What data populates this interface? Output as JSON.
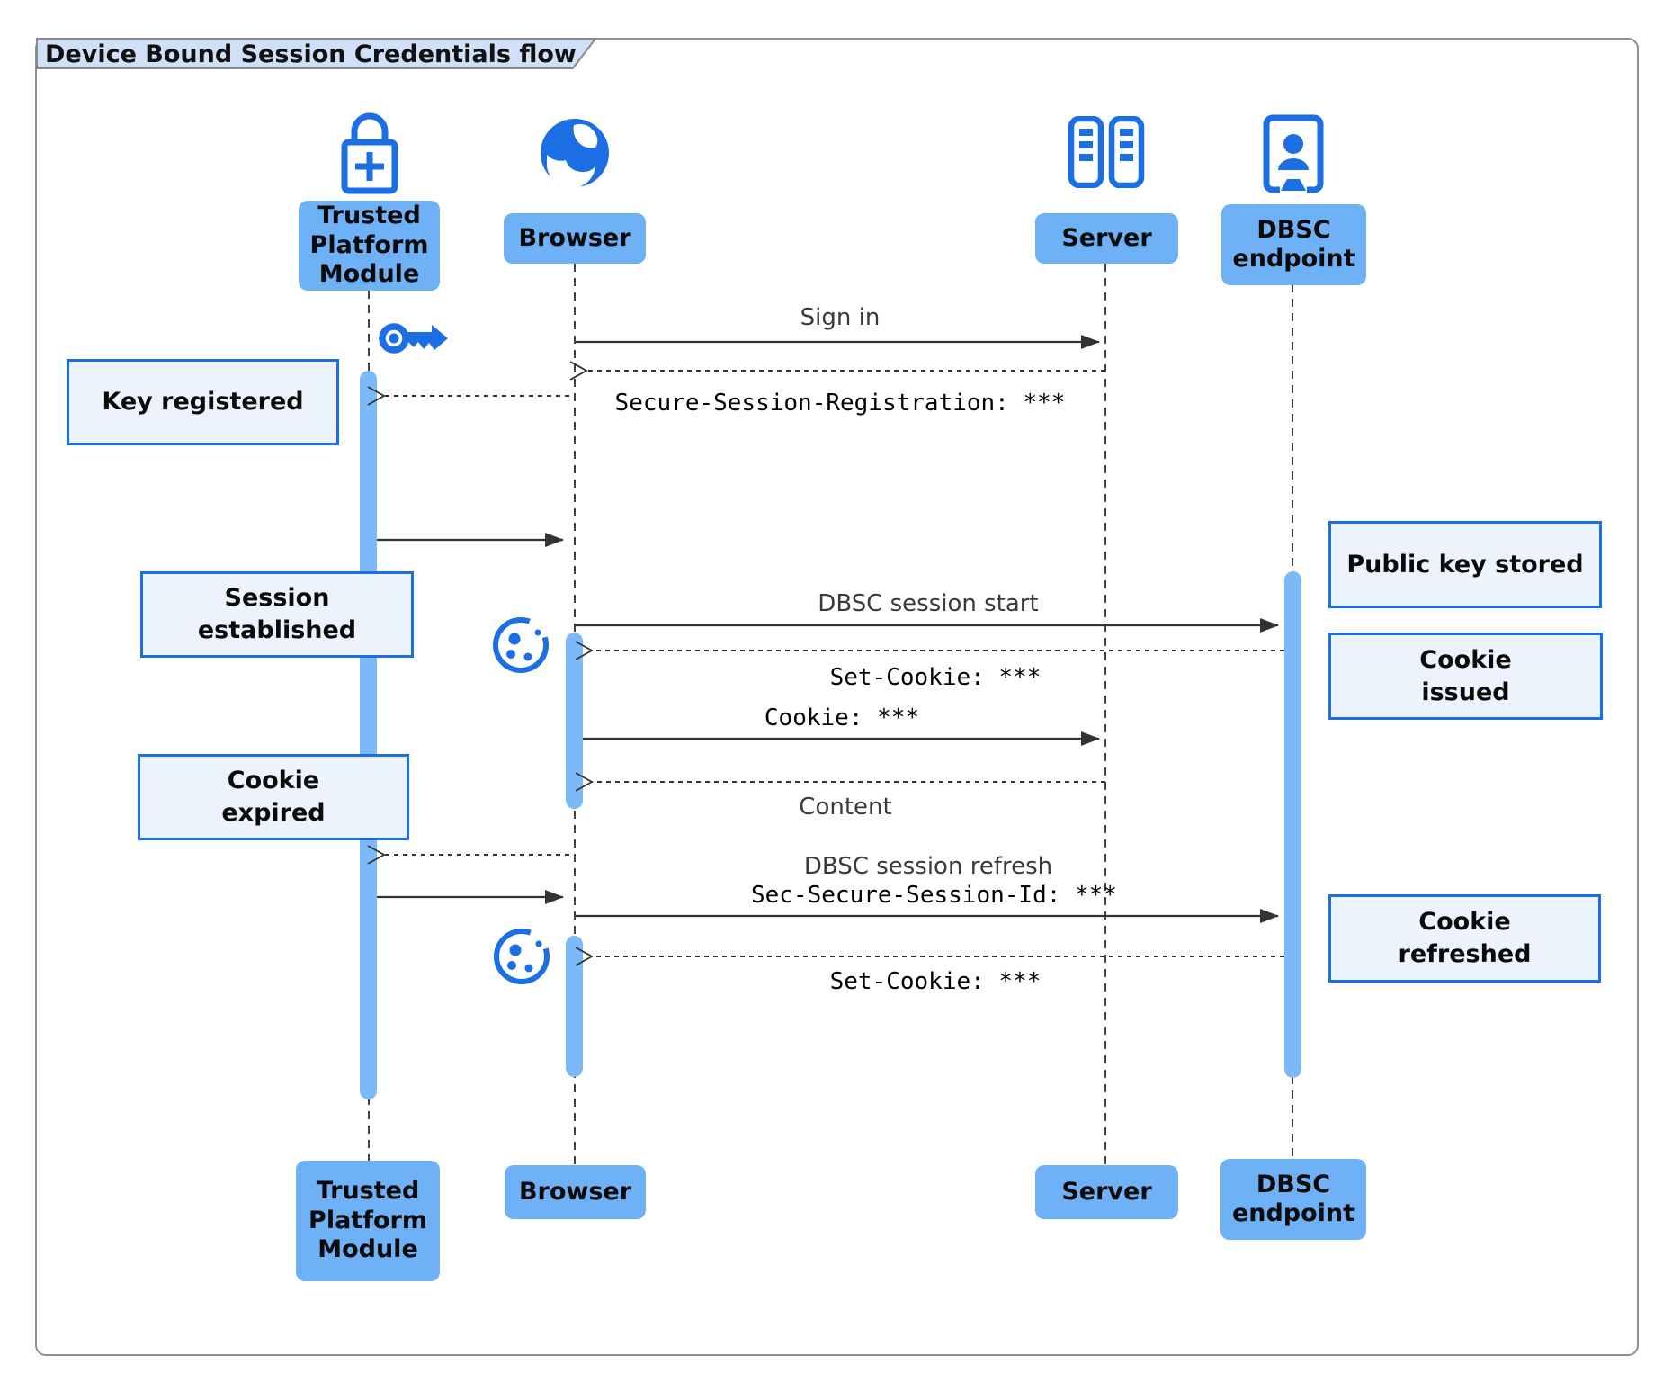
{
  "title": "Device Bound Session Credentials flow",
  "colors": {
    "accent_blue": "#1b6ee3",
    "actor_fill": "#6eb1f7",
    "activation_fill": "#7cb9f9",
    "note_fill": "#ecf3fd",
    "note_border": "#1b6ee3",
    "title_tab_fill": "#cfe0f7",
    "line_color": "#333333"
  },
  "actors": [
    {
      "id": "tpm",
      "label": "Trusted\nPlatform\nModule",
      "icon": "lock-plus-icon"
    },
    {
      "id": "browser",
      "label": "Browser",
      "icon": "globe-icon"
    },
    {
      "id": "server",
      "label": "Server",
      "icon": "server-racks-icon"
    },
    {
      "id": "dbsc",
      "label": "DBSC\nendpoint",
      "icon": "door-person-icon"
    }
  ],
  "decorative_icons": [
    {
      "id": "key",
      "icon": "key-icon"
    },
    {
      "id": "cookie-1",
      "icon": "cookie-icon"
    },
    {
      "id": "cookie-2",
      "icon": "cookie-icon"
    }
  ],
  "messages": [
    {
      "from": "Browser",
      "to": "Server",
      "label": "Sign in",
      "style": "solid",
      "font": "sans"
    },
    {
      "from": "Server",
      "to": "Browser",
      "label": "Secure-Session-Registration: ***",
      "style": "dashed",
      "font": "mono"
    },
    {
      "from": "Browser",
      "to": "Trusted Platform Module",
      "label": "",
      "style": "dashed"
    },
    {
      "from": "Trusted Platform Module",
      "to": "Browser",
      "label": "",
      "style": "solid"
    },
    {
      "from": "Browser",
      "to": "DBSC endpoint",
      "label": "DBSC session start",
      "style": "solid",
      "font": "sans"
    },
    {
      "from": "DBSC endpoint",
      "to": "Browser",
      "label": "Set-Cookie: ***",
      "style": "dashed",
      "font": "mono"
    },
    {
      "from": "Browser",
      "to": "Server",
      "label": "Cookie: ***",
      "style": "solid",
      "font": "mono"
    },
    {
      "from": "Server",
      "to": "Browser",
      "label": "Content",
      "style": "dashed",
      "font": "sans"
    },
    {
      "from": "Browser",
      "to": "Trusted Platform Module",
      "label": "",
      "style": "dashed"
    },
    {
      "from": "Trusted Platform Module",
      "to": "Browser",
      "label": "",
      "style": "solid"
    },
    {
      "from": "Browser",
      "to": "DBSC endpoint",
      "label": "DBSC session refresh",
      "label2": "Sec-Secure-Session-Id: ***",
      "style": "solid",
      "font": "sans+mono"
    },
    {
      "from": "DBSC endpoint",
      "to": "Browser",
      "label": "Set-Cookie: ***",
      "style": "dashed",
      "font": "mono"
    }
  ],
  "notes": [
    {
      "id": "key-registered",
      "side": "left",
      "text": "Key registered"
    },
    {
      "id": "session-established",
      "side": "left",
      "text": "Session\nestablished"
    },
    {
      "id": "cookie-expired",
      "side": "left",
      "text": "Cookie\nexpired"
    },
    {
      "id": "public-key-stored",
      "side": "right",
      "text": "Public key stored"
    },
    {
      "id": "cookie-issued",
      "side": "right",
      "text": "Cookie\nissued"
    },
    {
      "id": "cookie-refreshed",
      "side": "right",
      "text": "Cookie\nrefreshed"
    }
  ]
}
